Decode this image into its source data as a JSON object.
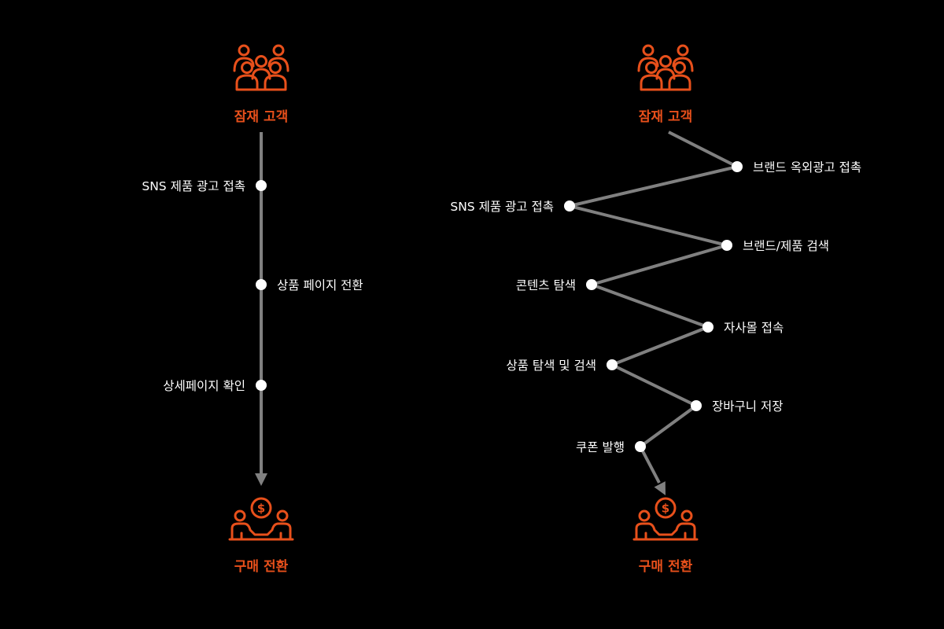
{
  "colors": {
    "background": "#000000",
    "accent": "#e8501b",
    "line": "#808080",
    "dot": "#ffffff",
    "text": "#ffffff"
  },
  "left": {
    "start_label": "잠재 고객",
    "start_icon": "people-group-icon",
    "end_label": "구매 전환",
    "end_icon": "purchase-handshake-icon",
    "steps": [
      "SNS 제품 광고 접촉",
      "상품 페이지 전환",
      "상세페이지 확인"
    ]
  },
  "right": {
    "start_label": "잠재 고객",
    "start_icon": "people-group-icon",
    "end_label": "구매 전환",
    "end_icon": "purchase-handshake-icon",
    "steps": [
      "브랜드 옥외광고 접촉",
      "SNS 제품 광고 접촉",
      "브랜드/제품 검색",
      "콘텐츠 탐색",
      "자사몰 접속",
      "상품 탐색 및 검색",
      "장바구니 저장",
      "쿠폰 발행"
    ]
  }
}
